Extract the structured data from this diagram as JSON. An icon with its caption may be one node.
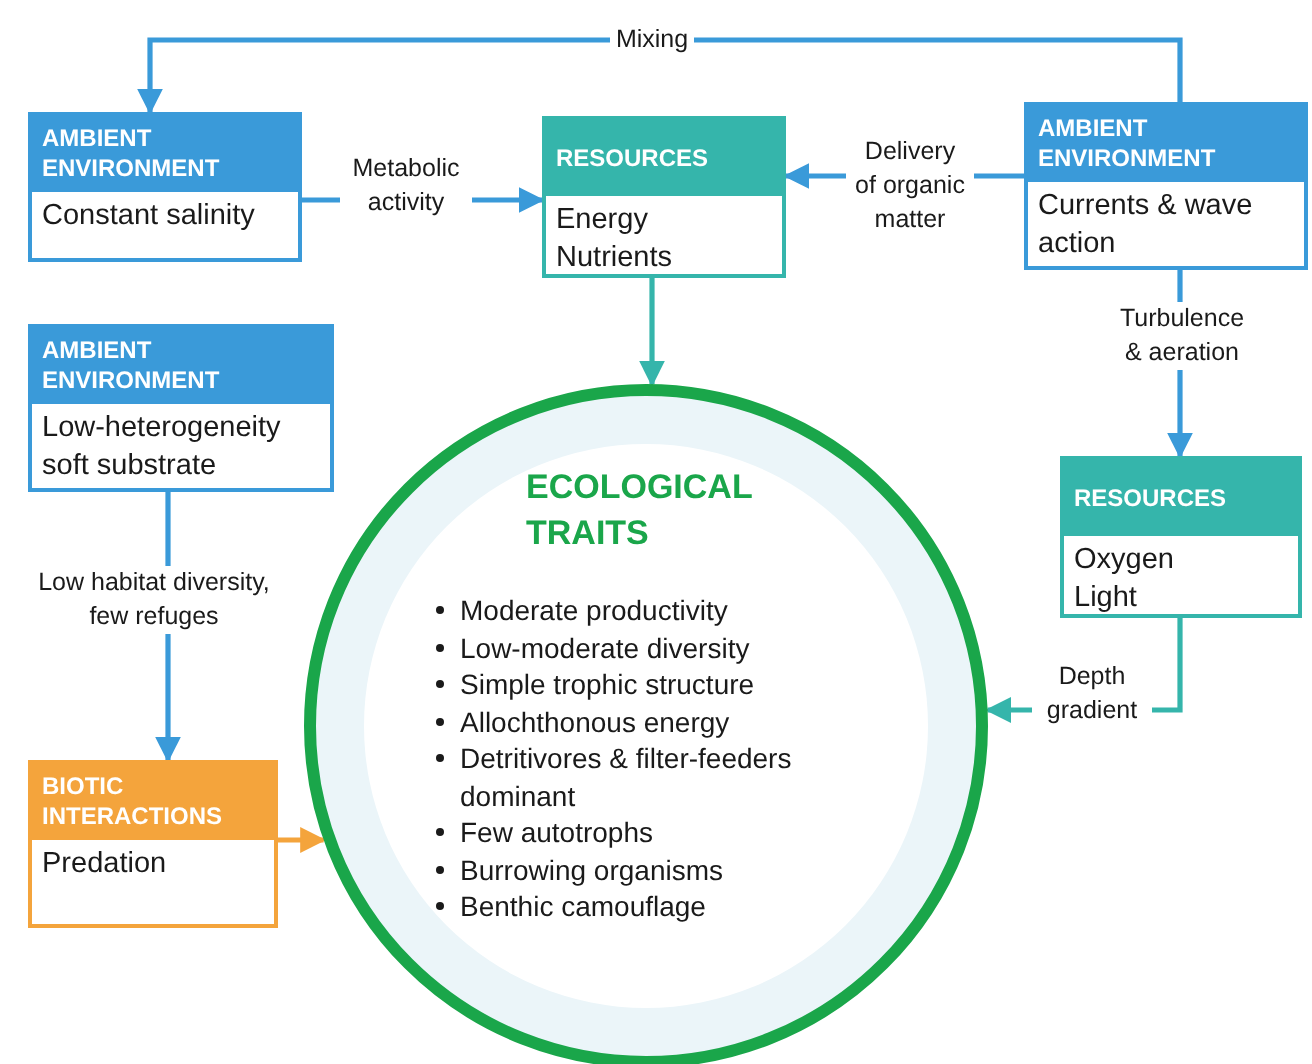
{
  "diagram": {
    "nodes": [
      {
        "text": [
          "AMBIENT ENVIRONMENT",
          "Constant salinity"
        ]
      },
      {
        "text": [
          "RESOURCES",
          "Energy Nutrients"
        ]
      },
      {
        "text": [
          "AMBIENT ENVIRONMENT",
          "Currents & wave action"
        ]
      },
      {
        "text": [
          "AMBIENT ENVIRONMENT",
          "Low-heterogeneity soft substrate"
        ]
      },
      {
        "text": [
          "RESOURCES",
          "Oxygen Light"
        ]
      },
      {
        "text": [
          "BIOTIC INTERACTIONS",
          "Predation"
        ]
      },
      {
        "text": [
          "ECOLOGICAL TRAITS",
          "Moderate productivity",
          "Low-moderate diversity",
          "Simple trophic structure",
          "Allochthonous energy",
          "Detritivores & filter-feeders dominant",
          "Few autotrophs",
          "Burrowing organisms",
          "Benthic camouflage"
        ]
      }
    ],
    "edges": [
      {
        "from": 2,
        "to": 0,
        "arrow": "to",
        "label": "Mixing"
      },
      {
        "from": 0,
        "to": 1,
        "arrow": "to",
        "label": "Metabolic activity"
      },
      {
        "from": 2,
        "to": 1,
        "arrow": "to",
        "label": "Delivery of organic matter"
      },
      {
        "from": 2,
        "to": 4,
        "arrow": "to",
        "label": "Turbulence & aeration"
      },
      {
        "from": 1,
        "to": 6,
        "arrow": "to",
        "color": "#35b5ab"
      },
      {
        "from": 4,
        "to": 6,
        "arrow": "to",
        "label": "Depth gradient",
        "color": "#35b5ab"
      },
      {
        "from": 3,
        "to": 5,
        "arrow": "to",
        "label": "Low habitat diversity, few refuges"
      },
      {
        "from": 5,
        "to": 6,
        "arrow": "to",
        "color": "#f4a43c"
      }
    ]
  }
}
